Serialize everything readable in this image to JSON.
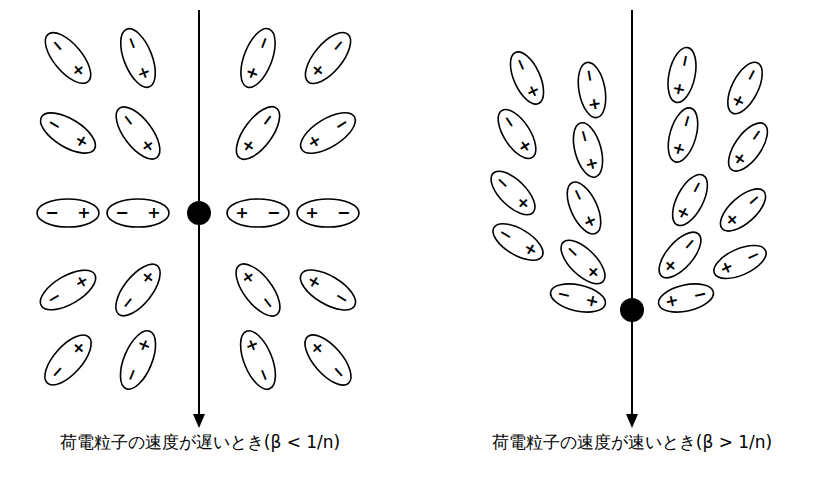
{
  "diagram": {
    "nodes": [
      {
        "text": [
          "−",
          "+"
        ]
      },
      {
        "text": [
          "−",
          "+"
        ]
      },
      {
        "text": [
          "−",
          "+"
        ]
      },
      {
        "text": [
          "−",
          "+"
        ]
      },
      {
        "text": [
          "−",
          "+"
        ]
      },
      {
        "text": [
          "−",
          "+"
        ]
      },
      {
        "text": [
          "−",
          "+"
        ]
      },
      {
        "text": [
          "−",
          "+"
        ]
      },
      {
        "text": [
          "−",
          "+"
        ]
      },
      {
        "text": [
          "−",
          "+"
        ]
      },
      {
        "text": [
          "−",
          "+"
        ]
      },
      {
        "text": [
          "−",
          "+"
        ]
      },
      {
        "text": [
          "−",
          "+"
        ]
      },
      {
        "text": [
          "−",
          "+"
        ]
      },
      {
        "text": [
          "−",
          "+"
        ]
      },
      {
        "text": [
          "−",
          "+"
        ]
      },
      {
        "text": [
          "−",
          "+"
        ]
      },
      {
        "text": [
          "−",
          "+"
        ]
      },
      {
        "text": [
          "−",
          "+"
        ]
      },
      {
        "text": [
          "−",
          "+"
        ]
      },
      {
        "text": [
          "−",
          "+"
        ]
      },
      {
        "text": [
          "−",
          "+"
        ]
      },
      {
        "text": [
          "−",
          "+"
        ]
      },
      {
        "text": [
          "−",
          "+"
        ]
      },
      {
        "text": [
          "−",
          "+"
        ]
      },
      {
        "text": [
          "−",
          "+"
        ]
      },
      {
        "text": [
          "−",
          "+"
        ]
      },
      {
        "text": [
          "−",
          "+"
        ]
      },
      {
        "text": [
          "−",
          "+"
        ]
      },
      {
        "text": [
          "−",
          "+"
        ]
      },
      {
        "text": [
          "−",
          "+"
        ]
      },
      {
        "text": [
          "−",
          "+"
        ]
      },
      {
        "text": [
          "−",
          "+"
        ]
      },
      {
        "text": [
          "−",
          "+"
        ]
      },
      {
        "text": [
          "−",
          "+"
        ]
      },
      {
        "text": [
          "−",
          "+"
        ]
      },
      {
        "text": [
          "−",
          "+"
        ]
      },
      {
        "text": [
          "−",
          "+"
        ]
      }
    ],
    "labels": [
      "荷電粒子の速度が遅いとき(β < 1/n)",
      "荷電粒子の速度が速いとき(β > 1/n)"
    ]
  }
}
